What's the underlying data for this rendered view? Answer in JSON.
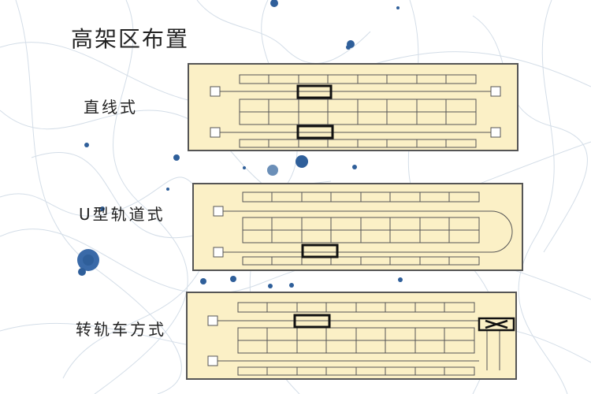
{
  "title": "高架区布置",
  "layouts": [
    {
      "label": "直线式"
    },
    {
      "label": "U型轨道式"
    },
    {
      "label": "转轨车方式"
    }
  ],
  "colors": {
    "panel_fill": "#fbf0c6",
    "line": "#555555",
    "highlight": "#111111"
  }
}
